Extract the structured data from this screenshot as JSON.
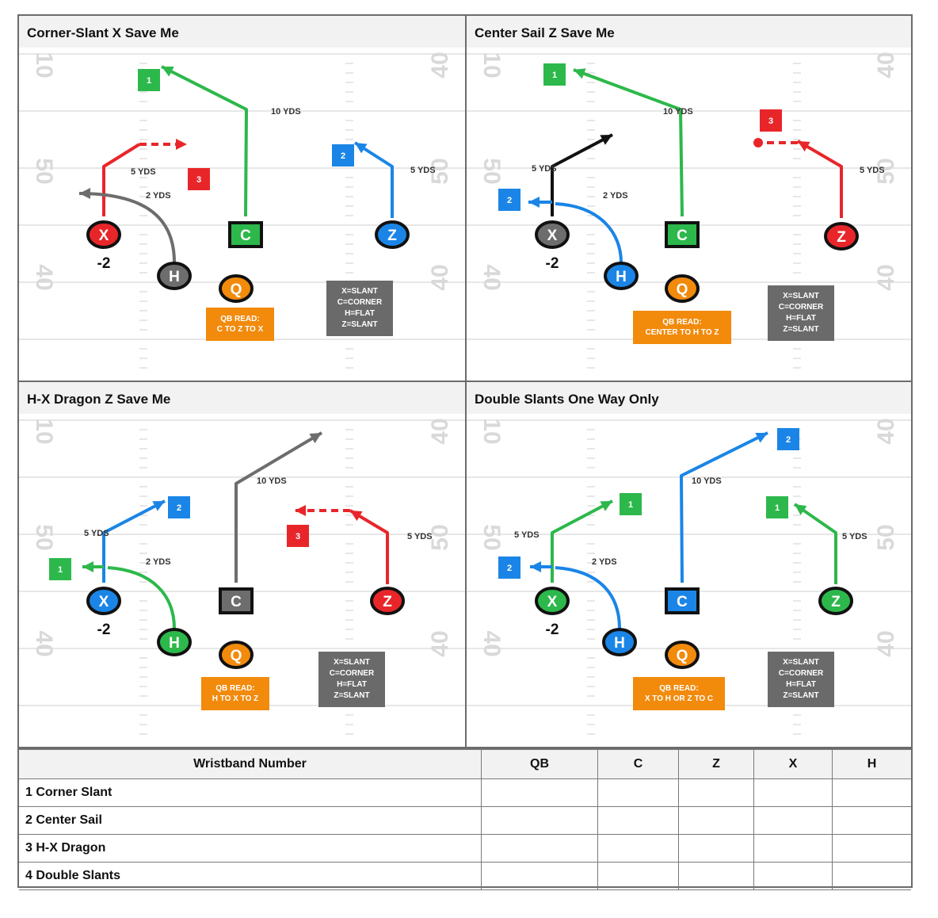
{
  "colors": {
    "green": "#2db84b",
    "red": "#e8262a",
    "blue": "#1a85e6",
    "gray": "#6d6d6d",
    "black": "#111111",
    "orange": "#f28a0c",
    "note": "#6a6a6a",
    "field_line": "#cfcfcf",
    "yard_num": "#d9d9d9"
  },
  "field_numbers": {
    "left_top": "10",
    "left_mid": "50",
    "left_bot": "40",
    "right_top": "40",
    "right_mid": "50",
    "right_bot": "40"
  },
  "plays": [
    {
      "title": "Corner-Slant X Save Me",
      "players": [
        {
          "label": "X",
          "shape": "oval",
          "fill": "red"
        },
        {
          "label": "C",
          "shape": "rect",
          "fill": "green"
        },
        {
          "label": "Z",
          "shape": "oval",
          "fill": "blue"
        },
        {
          "label": "H",
          "shape": "oval",
          "fill": "gray"
        },
        {
          "label": "Q",
          "shape": "oval",
          "fill": "orange"
        }
      ],
      "x_depth": "-2",
      "route_labels": [
        "10 YDS",
        "5 YDS",
        "2 YDS",
        "5 YDS"
      ],
      "read_numbers": [
        "1",
        "2",
        "3"
      ],
      "qb_read": [
        "QB READ:",
        "C TO Z TO X"
      ],
      "assignments": [
        "X=SLANT",
        "C=CORNER",
        "H=FLAT",
        "Z=SLANT"
      ]
    },
    {
      "title": "Center Sail Z Save Me",
      "players": [
        {
          "label": "X",
          "shape": "oval",
          "fill": "gray"
        },
        {
          "label": "C",
          "shape": "rect",
          "fill": "green"
        },
        {
          "label": "Z",
          "shape": "oval",
          "fill": "red"
        },
        {
          "label": "H",
          "shape": "oval",
          "fill": "blue"
        },
        {
          "label": "Q",
          "shape": "oval",
          "fill": "orange"
        }
      ],
      "x_depth": "-2",
      "route_labels": [
        "10 YDS",
        "5 YDS",
        "2 YDS",
        "5 YDS"
      ],
      "read_numbers": [
        "1",
        "2",
        "3"
      ],
      "qb_read": [
        "QB READ:",
        "CENTER TO H TO Z"
      ],
      "assignments": [
        "X=SLANT",
        "C=CORNER",
        "H=FLAT",
        "Z=SLANT"
      ]
    },
    {
      "title": "H-X Dragon Z Save Me",
      "players": [
        {
          "label": "X",
          "shape": "oval",
          "fill": "blue"
        },
        {
          "label": "C",
          "shape": "rect",
          "fill": "gray"
        },
        {
          "label": "Z",
          "shape": "oval",
          "fill": "red"
        },
        {
          "label": "H",
          "shape": "oval",
          "fill": "green"
        },
        {
          "label": "Q",
          "shape": "oval",
          "fill": "orange"
        }
      ],
      "x_depth": "-2",
      "route_labels": [
        "10 YDS",
        "5 YDS",
        "2 YDS",
        "5 YDS"
      ],
      "read_numbers": [
        "1",
        "2",
        "3"
      ],
      "qb_read": [
        "QB READ:",
        "H TO X TO Z"
      ],
      "assignments": [
        "X=SLANT",
        "C=CORNER",
        "H=FLAT",
        "Z=SLANT"
      ]
    },
    {
      "title": "Double Slants One Way Only",
      "players": [
        {
          "label": "X",
          "shape": "oval",
          "fill": "green"
        },
        {
          "label": "C",
          "shape": "rect",
          "fill": "blue"
        },
        {
          "label": "Z",
          "shape": "oval",
          "fill": "green"
        },
        {
          "label": "H",
          "shape": "oval",
          "fill": "blue"
        },
        {
          "label": "Q",
          "shape": "oval",
          "fill": "orange"
        }
      ],
      "x_depth": "-2",
      "route_labels": [
        "10 YDS",
        "5 YDS",
        "2 YDS",
        "5 YDS"
      ],
      "read_numbers": [
        "1",
        "2",
        "1",
        "2"
      ],
      "qb_read": [
        "QB READ:",
        "X TO H OR Z TO C"
      ],
      "assignments": [
        "X=SLANT",
        "C=CORNER",
        "H=FLAT",
        "Z=SLANT"
      ]
    }
  ],
  "table": {
    "headers": [
      "Wristband Number",
      "QB",
      "C",
      "Z",
      "X",
      "H"
    ],
    "rows": [
      [
        "1 Corner Slant",
        "",
        "",
        "",
        "",
        ""
      ],
      [
        "2 Center Sail",
        "",
        "",
        "",
        "",
        ""
      ],
      [
        "3 H-X Dragon",
        "",
        "",
        "",
        "",
        ""
      ],
      [
        "4 Double Slants",
        "",
        "",
        "",
        "",
        ""
      ]
    ]
  }
}
